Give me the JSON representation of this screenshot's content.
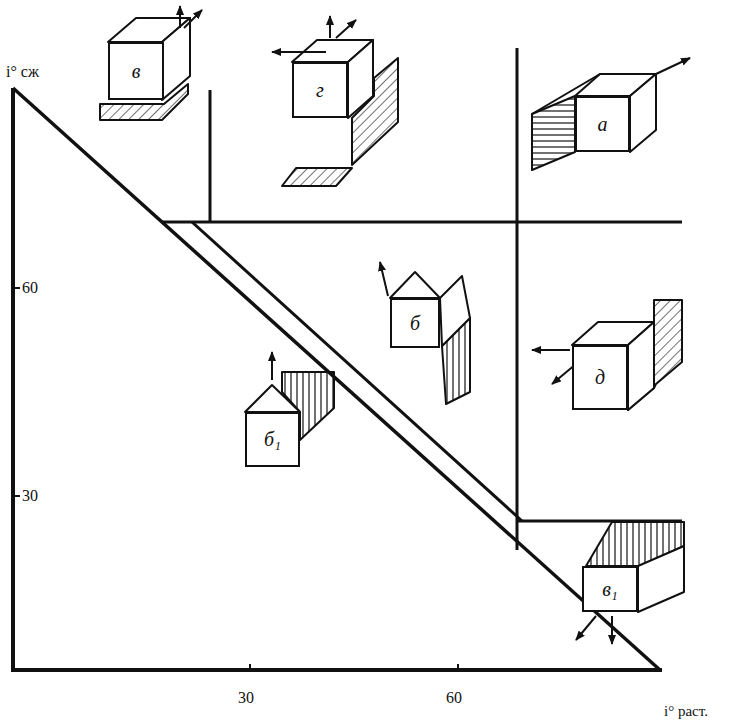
{
  "diagram": {
    "nodes": [
      {
        "text": [
          "в"
        ]
      },
      {
        "text": [
          "г"
        ]
      },
      {
        "text": [
          "а"
        ]
      },
      {
        "text": [
          "б"
        ]
      },
      {
        "text": [
          "д"
        ]
      },
      {
        "text": [
          "б₁"
        ]
      },
      {
        "text": [
          "в₁"
        ]
      }
    ],
    "labels": [
      "i° сж",
      "60",
      "30",
      "30",
      "60",
      "i° раст."
    ]
  }
}
